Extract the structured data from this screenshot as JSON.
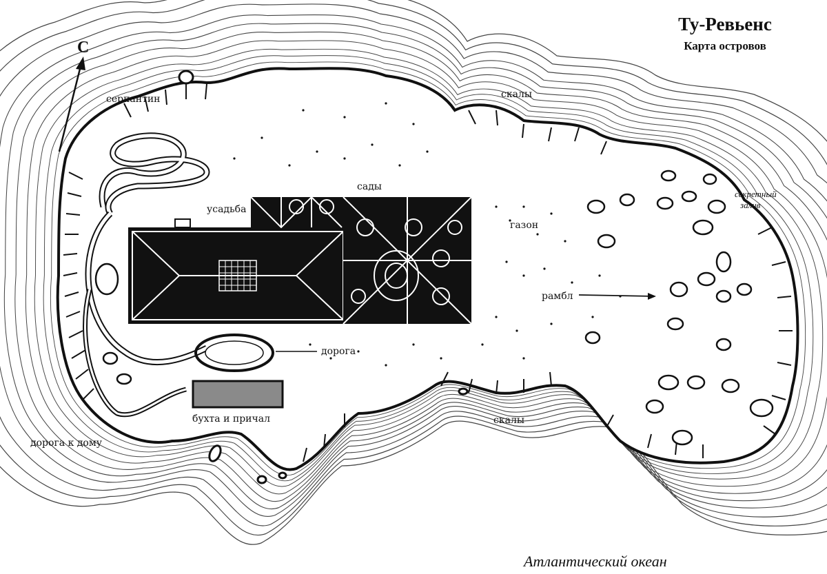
{
  "title": "Ту-Ревьенс",
  "subtitle": "Карта островов",
  "north_label": "С",
  "ocean_label": "Атлантический океан",
  "labels": {
    "serpentine": "серпантин",
    "manor": "усадьба",
    "gardens": "сады",
    "lawn": "газон",
    "ramble": "рамбл",
    "secret_cove_line1": "секретный",
    "secret_cove_line2": "залив",
    "cliffs_top": "скалы",
    "cliffs_bottom": "скалы",
    "road": "дорога",
    "bay_and_pier": "бухта и причал",
    "road_to_house": "дорога к дому"
  },
  "colors": {
    "ink": "#111111",
    "paper": "#ffffff",
    "pier": "#8a8a8a"
  },
  "icons": {
    "north_arrow": "north-arrow-icon"
  }
}
